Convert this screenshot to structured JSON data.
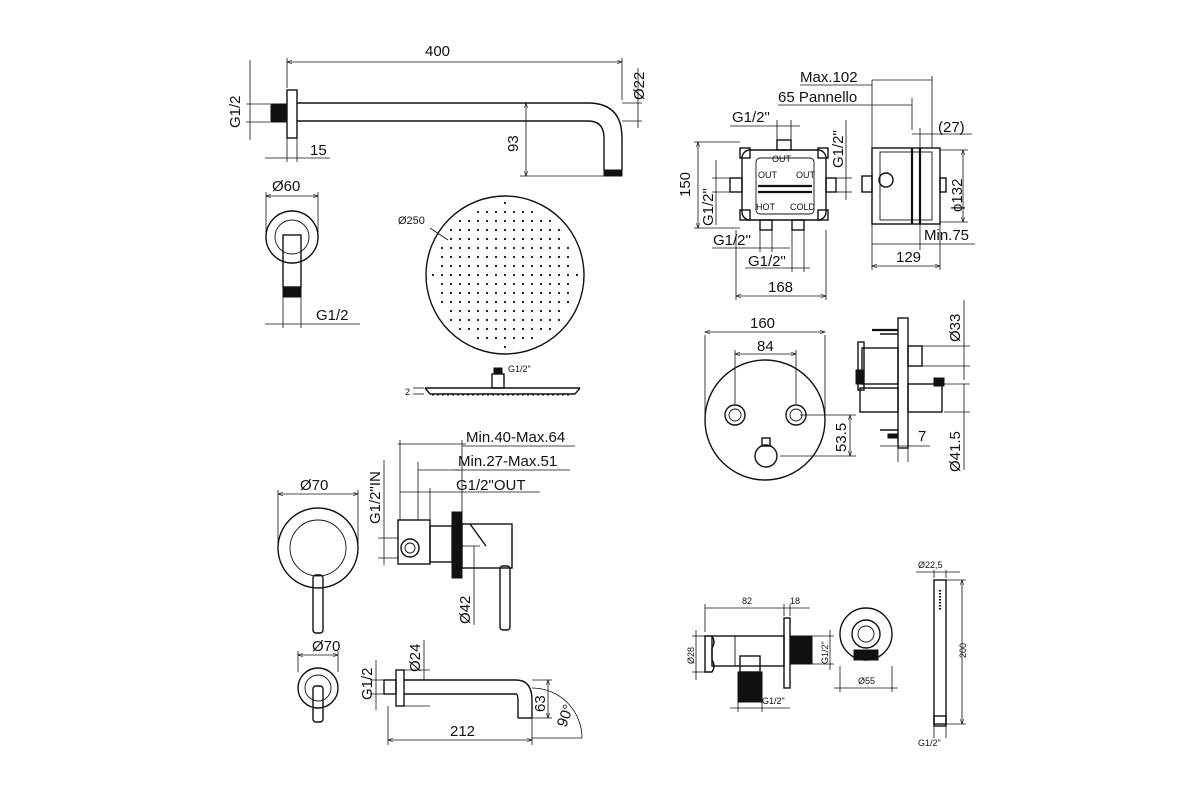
{
  "arm": {
    "length": "400",
    "diameter": "Ø22",
    "thread": "G1/2",
    "flange": "15",
    "drop": "93"
  },
  "arm_flange": {
    "diameter": "Ø60",
    "thread": "G1/2"
  },
  "head": {
    "diameter": "Ø250",
    "thread": "G1/2\"",
    "thickness": "2"
  },
  "valve_box": {
    "max_depth": "Max.102",
    "panel": "65 Pannello",
    "offset": "(27)",
    "height": "150",
    "diameter": "ϕ132",
    "min_depth": "Min.75",
    "depth": "129",
    "width": "168",
    "port_top": "G1/2\"",
    "port_right": "G1/2\"",
    "port_left": "G1/2\"",
    "port_bottom_left": "G1/2\"",
    "port_bottom_right": "G1/2\"",
    "label_out_top": "OUT",
    "label_out_right": "OUT",
    "label_out_left": "OUT",
    "label_hot": "HOT",
    "label_cold": "COLD"
  },
  "control_plate": {
    "width": "160",
    "spacing": "84",
    "offset": "53.5",
    "knob_diameter": "Ø33",
    "projection": "7",
    "base_diameter": "Ø41.5"
  },
  "mixer": {
    "range_in": "Min.40-Max.64",
    "range_out": "Min.27-Max.51",
    "inlet": "G1/2\"IN",
    "outlet": "G1/2\"OUT",
    "plate": "Ø70",
    "handle": "Ø42"
  },
  "spout": {
    "plate": "Ø70",
    "thread": "G1/2",
    "diameter": "Ø24",
    "length": "212",
    "height": "63",
    "angle": "90°"
  },
  "wall_outlet": {
    "length": "82",
    "flange": "18",
    "diameter": "Ø28",
    "thread_side": "G1/2\"",
    "thread_bottom": "G1/2\"",
    "plate": "Ø55"
  },
  "hand_shower": {
    "diameter": "Ø22,5",
    "length": "200",
    "thread": "G1/2\""
  }
}
